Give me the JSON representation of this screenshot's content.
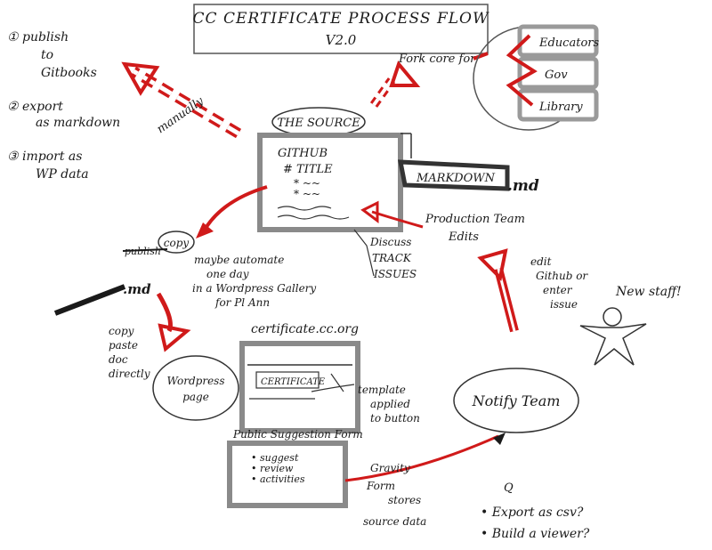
{
  "title": {
    "line1": "CC CERTIFICATE PROCESS FLOW",
    "line2": "V2.0"
  },
  "left_notes": [
    "① publish",
    "to",
    "Gitbooks",
    "② export",
    "as markdown",
    "③ import as",
    "WP data"
  ],
  "source": {
    "bubble": "THE SOURCE",
    "screen_lines": [
      "GITHUB",
      "# TITLE",
      "* ~~",
      "* ~~"
    ]
  },
  "fork_label": "Fork core for",
  "stack_labels": [
    "Educators",
    "Gov",
    "Library"
  ],
  "manually_label": "manually",
  "markdown_label": "MARKDOWN",
  "md_ext": ".md",
  "production_label": [
    "Production Team",
    "Edits"
  ],
  "discuss_label": [
    "Discuss",
    "TRACK",
    "ISSUES"
  ],
  "copy_bubble": "copy",
  "copy_text": [
    "maybe automate",
    "one day",
    "in a Wordpress Gallery",
    "for Pl Ann"
  ],
  "copy_strike": "publish",
  "left_md": ".md",
  "copy_left": [
    "copy",
    "paste",
    "doc",
    "directly"
  ],
  "wp_page": [
    "Wordpress",
    "page"
  ],
  "site_label": "certificate.cc.org",
  "site_banner": "CERTIFICATE",
  "template_label": [
    "template",
    "applied",
    "to button"
  ],
  "form_label": "Public Suggestion Form",
  "form_items": [
    "• suggest",
    "• review",
    "• activities"
  ],
  "notify_label": "Notify Team",
  "edit_label": [
    "edit",
    "Github or",
    "enter",
    "issue"
  ],
  "newstaff_label": "New staff!",
  "gravity_label": [
    "Gravity",
    "Form",
    "stores",
    "source data"
  ],
  "questions": [
    "Q",
    "• Export as csv?",
    "• Build a viewer?"
  ],
  "colors": {
    "ink": "#1a1a1a",
    "red": "#d01a1a",
    "grey": "#9a9a9a",
    "dark_grey": "#6a6a6a"
  }
}
